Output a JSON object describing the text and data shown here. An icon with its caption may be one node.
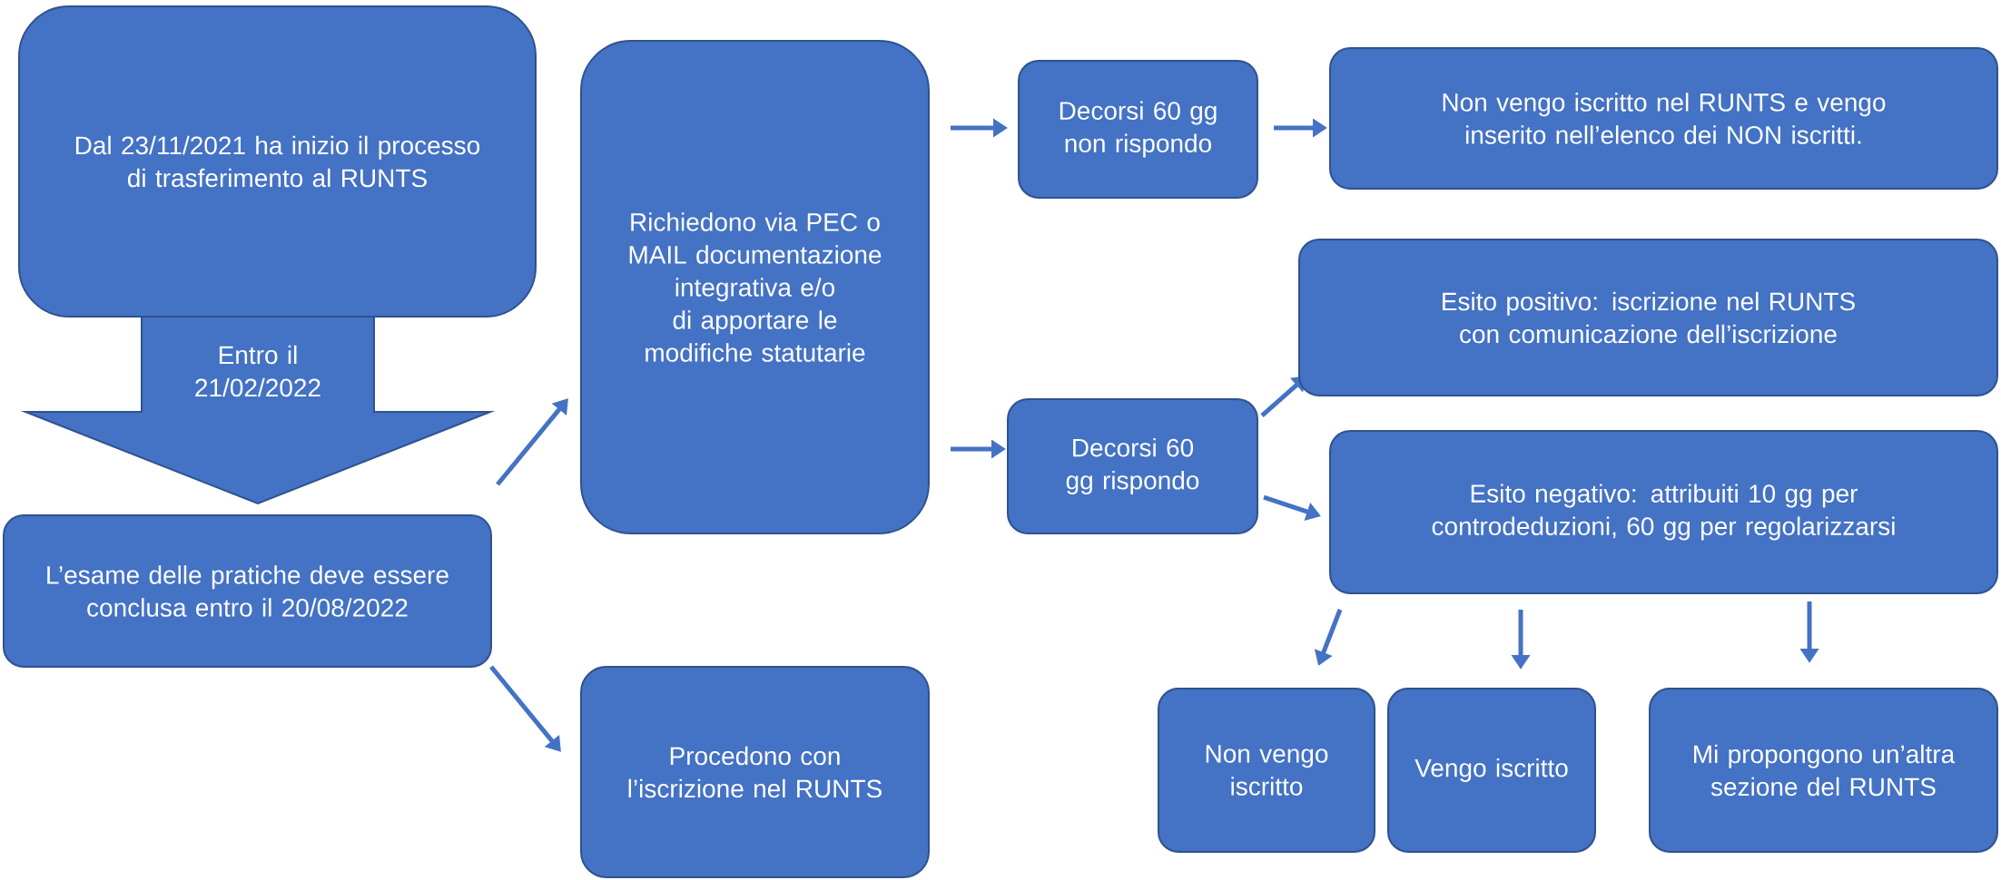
{
  "diagram": {
    "nodes": [
      {
        "text": [
          "Dal 23/11/2021 ha inizio il processo di trasferimento al RUNTS"
        ]
      },
      {
        "text": [
          "L’esame delle pratiche deve essere conclusa entro il 20/08/2022"
        ]
      },
      {
        "text": [
          "Richiedono via PEC o MAIL documentazione integrativa e/o di apportare le modifiche statutarie"
        ]
      },
      {
        "text": [
          "Procedono con l’iscrizione nel RUNTS"
        ]
      },
      {
        "text": [
          "Decorsi 60 gg non rispondo"
        ]
      },
      {
        "text": [
          "Non vengo iscritto nel RUNTS e vengo inserito nell’elenco dei NON iscritti."
        ]
      },
      {
        "text": [
          "Decorsi 60 gg rispondo"
        ]
      },
      {
        "text": [
          "Esito positivo: iscrizione nel RUNTS con comunicazione dell’iscrizione"
        ]
      },
      {
        "text": [
          "Esito negativo: attribuiti 10 gg per controdeduzioni, 60 gg per regolarizzarsi"
        ]
      },
      {
        "text": [
          "Non vengo iscritto"
        ]
      },
      {
        "text": [
          "Vengo iscritto"
        ]
      },
      {
        "text": [
          "Mi propongono un’altra sezione del RUNTS"
        ]
      }
    ],
    "edges": [
      {
        "from": 0,
        "to": 1,
        "arrow": "to",
        "label": "Entro il 21/02/2022",
        "style": "thick"
      },
      {
        "from": 1,
        "to": 2,
        "arrow": "to"
      },
      {
        "from": 1,
        "to": 3,
        "arrow": "to"
      },
      {
        "from": 2,
        "to": 4,
        "arrow": "to"
      },
      {
        "from": 2,
        "to": 6,
        "arrow": "to"
      },
      {
        "from": 4,
        "to": 5,
        "arrow": "to"
      },
      {
        "from": 6,
        "to": 7,
        "arrow": "to"
      },
      {
        "from": 6,
        "to": 8,
        "arrow": "to"
      },
      {
        "from": 8,
        "to": 9,
        "arrow": "to"
      },
      {
        "from": 8,
        "to": 10,
        "arrow": "to"
      },
      {
        "from": 8,
        "to": 11,
        "arrow": "to"
      }
    ]
  }
}
